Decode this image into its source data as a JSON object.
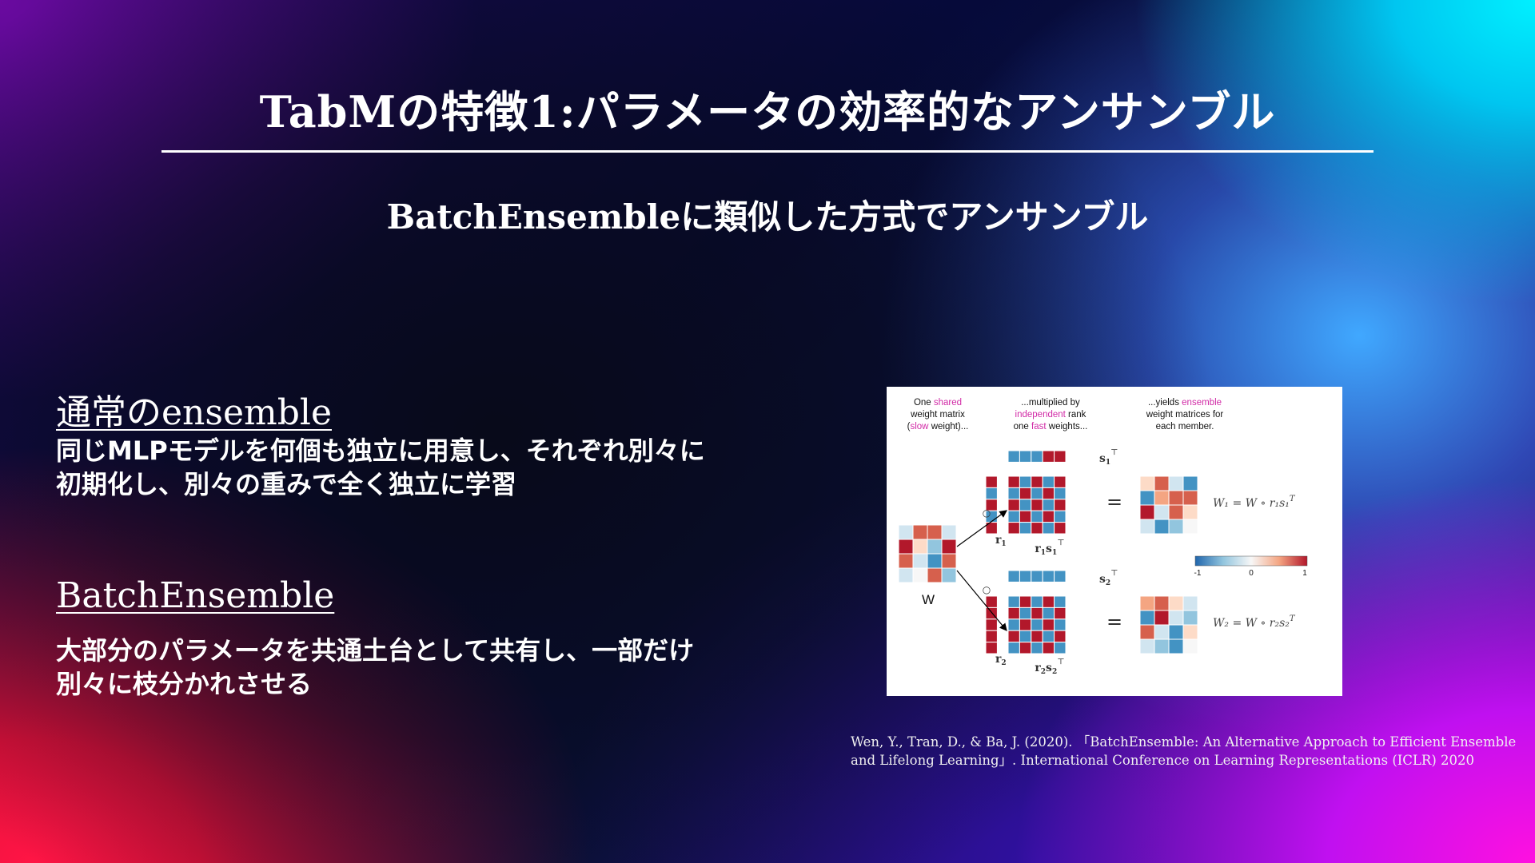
{
  "slide": {
    "title": "TabMの特徴1:パラメータの効率的なアンサンブル",
    "subtitle": "BatchEnsembleに類似した方式でアンサンブル"
  },
  "sections": [
    {
      "heading": "通常のensemble",
      "body_lines": [
        "同じMLPモデルを何個も独立に用意し、それぞれ別々に",
        "初期化し、別々の重みで全く独立に学習"
      ]
    },
    {
      "heading": "BatchEnsemble",
      "body_lines": [
        "大部分のパラメータを共通土台として共有し、一部だけ",
        "別々に枝分かれさせる"
      ]
    }
  ],
  "figure": {
    "col1": [
      "One ",
      "shared",
      "weight matrix",
      "(",
      "slow",
      " weight)..."
    ],
    "col2": [
      "...multiplied by",
      "independent",
      " rank",
      "one ",
      "fast",
      " weights..."
    ],
    "col3": [
      "...yields ",
      "ensemble",
      "weight matrices for",
      "each member."
    ],
    "label_W": "W",
    "label_r1": "r",
    "label_r2": "r",
    "sub1": "1",
    "sub2": "2",
    "label_s1": "s",
    "label_s2": "s",
    "label_rs1": "r",
    "label_rs2": "r",
    "label_s_mid": "s",
    "sup_T": "⊤",
    "circ": "○",
    "equals": "=",
    "eq1": "W₁ = W ∘ r₁s₁",
    "eq2": "W₂ = W ∘ r₂s₂",
    "eq_sup": "T",
    "colorbar_ticks": [
      "-1",
      "0",
      "1"
    ],
    "colors": {
      "accent_pink": "#d12aa6",
      "deep_red": "#b2182b",
      "red": "#d6604d",
      "light_red": "#f4a582",
      "pale_red": "#fddbc7",
      "white": "#f7f7f7",
      "pale_blue": "#d1e5f0",
      "light_blue": "#92c5de",
      "blue": "#4393c3",
      "deep_blue": "#2166ac"
    },
    "matrices": {
      "W": [
        [
          "pale_blue",
          "red",
          "red",
          "pale_blue"
        ],
        [
          "deep_red",
          "pale_red",
          "light_blue",
          "deep_red"
        ],
        [
          "red",
          "pale_blue",
          "blue",
          "red"
        ],
        [
          "pale_blue",
          "white",
          "red",
          "light_blue"
        ]
      ],
      "s1": [
        "blue",
        "blue",
        "blue",
        "deep_red",
        "deep_red"
      ],
      "r1": [
        "deep_red",
        "blue",
        "deep_red",
        "blue",
        "deep_red"
      ],
      "rs1": [
        [
          "deep_red",
          "blue",
          "deep_red",
          "blue",
          "deep_red"
        ],
        [
          "blue",
          "deep_red",
          "blue",
          "deep_red",
          "blue"
        ],
        [
          "deep_red",
          "blue",
          "deep_red",
          "blue",
          "deep_red"
        ],
        [
          "blue",
          "deep_red",
          "blue",
          "deep_red",
          "blue"
        ],
        [
          "deep_red",
          "blue",
          "deep_red",
          "blue",
          "deep_red"
        ]
      ],
      "W1": [
        [
          "pale_red",
          "red",
          "pale_blue",
          "blue"
        ],
        [
          "blue",
          "light_red",
          "red",
          "red"
        ],
        [
          "deep_red",
          "pale_blue",
          "red",
          "pale_red"
        ],
        [
          "pale_blue",
          "blue",
          "light_blue",
          "white"
        ]
      ],
      "s2": [
        "blue",
        "blue",
        "blue",
        "blue",
        "blue"
      ],
      "r2": [
        "deep_red",
        "deep_red",
        "deep_red",
        "deep_red",
        "deep_red"
      ],
      "rs2": [
        [
          "blue",
          "deep_red",
          "blue",
          "deep_red",
          "blue"
        ],
        [
          "deep_red",
          "blue",
          "deep_red",
          "blue",
          "deep_red"
        ],
        [
          "blue",
          "deep_red",
          "blue",
          "deep_red",
          "blue"
        ],
        [
          "deep_red",
          "blue",
          "deep_red",
          "blue",
          "deep_red"
        ],
        [
          "blue",
          "deep_red",
          "blue",
          "deep_red",
          "blue"
        ]
      ],
      "W2": [
        [
          "light_red",
          "red",
          "pale_red",
          "pale_blue"
        ],
        [
          "blue",
          "deep_red",
          "pale_blue",
          "light_blue"
        ],
        [
          "red",
          "pale_blue",
          "blue",
          "pale_red"
        ],
        [
          "pale_blue",
          "light_blue",
          "blue",
          "white"
        ]
      ]
    }
  },
  "citation": {
    "line1": "Wen, Y., Tran, D., & Ba, J. (2020). 「BatchEnsemble: An Alternative Approach to Efficient Ensemble",
    "line2": "and Lifelong Learning」. International Conference on Learning Representations (ICLR) 2020"
  }
}
